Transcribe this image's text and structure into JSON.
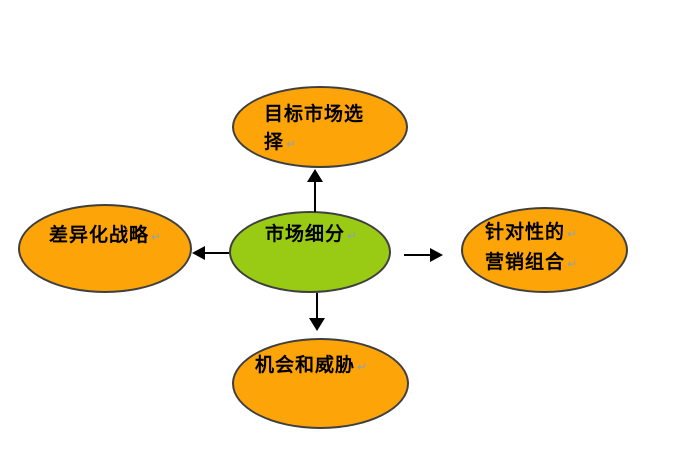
{
  "diagram": {
    "type": "hub-and-spoke",
    "description": "Market segmentation diagram: central green ellipse with four outward arrows to orange ellipses",
    "relations": [
      {
        "from": "market-segmentation",
        "to": "target-market-selection",
        "direction": "up"
      },
      {
        "from": "market-segmentation",
        "to": "differentiation-strategy",
        "direction": "left"
      },
      {
        "from": "market-segmentation",
        "to": "targeted-marketing-mix",
        "direction": "right"
      },
      {
        "from": "market-segmentation",
        "to": "opportunities-and-threats",
        "direction": "down"
      }
    ]
  },
  "nodes": {
    "center": {
      "label": "市场细分"
    },
    "top": {
      "line1": "目标市场选",
      "line2": "择"
    },
    "left": {
      "label": "差异化战略"
    },
    "right": {
      "line1": "针对性的",
      "line2": "营销组合"
    },
    "bottom": {
      "label": "机会和威胁"
    }
  },
  "marks": {
    "line_break": "↵"
  },
  "colors": {
    "background": "#FFFFFF",
    "node_orange": "#FCA408",
    "node_green": "#9ACB14",
    "outline": "#3F3F3F",
    "arrow": "#000000",
    "text": "#000000",
    "format_mark": "#8CA3B5"
  }
}
